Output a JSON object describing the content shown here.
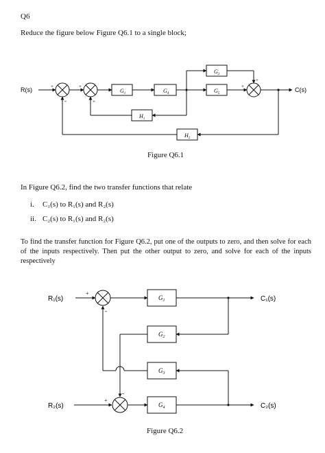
{
  "heading": "Q6",
  "intro": "Reduce the figure below Figure Q6.1 to a single block;",
  "fig1": {
    "input": "R(s)",
    "output": "C(s)",
    "blocks": [
      "G1",
      "G4",
      "G3",
      "G5",
      "H1",
      "H2"
    ],
    "block_labels": {
      "G1": "G",
      "G4": "G",
      "G3": "G",
      "G5": "G",
      "H1": "H",
      "H2": "H"
    },
    "block_subs": {
      "G1": "1",
      "G4": "4",
      "G3": "3",
      "G5": "5",
      "H1": "1",
      "H2": "2"
    },
    "signs": {
      "s1_in": "+",
      "s1_fb": "-",
      "s2_in": "+",
      "s2_fb": "+",
      "s3_a": "+",
      "s3_b": "+"
    },
    "caption": "Figure Q6.1"
  },
  "part2": {
    "text": "In Figure Q6.2, find the two transfer functions that relate",
    "items": [
      {
        "num": "i.",
        "text": "C₁(s) to R₁(s) and R₂(s)"
      },
      {
        "num": "ii.",
        "text": "C₂(s) to R₁(s) and R₂(s)"
      }
    ],
    "instructions": "To find the transfer function for Figure Q6.2, put one of the outputs to zero, and then solve for each of the inputs respectively. Then put the other output to zero, and solve for each of the inputs respectively"
  },
  "fig2": {
    "r1": "R₁(s)",
    "r2": "R₂(s)",
    "c1": "C₁(s)",
    "c2": "C₂(s)",
    "block_labels": {
      "G1": "G",
      "G2": "G",
      "G3": "G",
      "G4": "G"
    },
    "block_subs": {
      "G1": "1",
      "G2": "2",
      "G3": "3",
      "G4": "4"
    },
    "signs": {
      "top_plus": "+",
      "top_minus": "-",
      "bot_plus": "+",
      "bot_minus": "-"
    },
    "caption": "Figure Q6.2"
  }
}
